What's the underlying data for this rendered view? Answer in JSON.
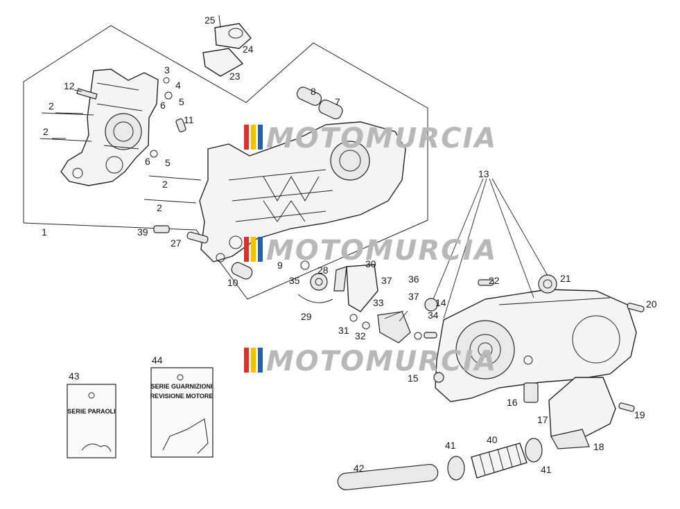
{
  "labels": {
    "p1": "1",
    "p2a": "2",
    "p2b": "2",
    "p2c": "2",
    "p2d": "2",
    "p3": "3",
    "p4": "4",
    "p5a": "5",
    "p5b": "5",
    "p6a": "6",
    "p6b": "6",
    "p7": "7",
    "p8": "8",
    "p9": "9",
    "p10": "10",
    "p11": "11",
    "p12": "12",
    "p13": "13",
    "p14": "14",
    "p15": "15",
    "p16": "16",
    "p17": "17",
    "p18": "18",
    "p19": "19",
    "p20": "20",
    "p21": "21",
    "p22": "22",
    "p23": "23",
    "p24": "24",
    "p25": "25",
    "p27": "27",
    "p28": "28",
    "p29": "29",
    "p30": "30",
    "p31": "31",
    "p32": "32",
    "p33": "33",
    "p34": "34",
    "p35": "35",
    "p36": "36",
    "p37a": "37",
    "p37b": "37",
    "p39": "39",
    "p40": "40",
    "p41a": "41",
    "p41b": "41",
    "p42": "42",
    "p43": "43",
    "p44": "44"
  },
  "kits": {
    "k43_text": "SERIE  PARAOLI",
    "k44_line1": "SERIE GUARNIZIONI",
    "k44_line2": "REVISIONE MOTORE"
  },
  "watermark": {
    "text": "MOTOMURCIA",
    "colors": {
      "stripe1": "#d9342b",
      "stripe2": "#f2c200",
      "stripe3": "#2a5ea8",
      "text": "#b8b8b8"
    }
  }
}
